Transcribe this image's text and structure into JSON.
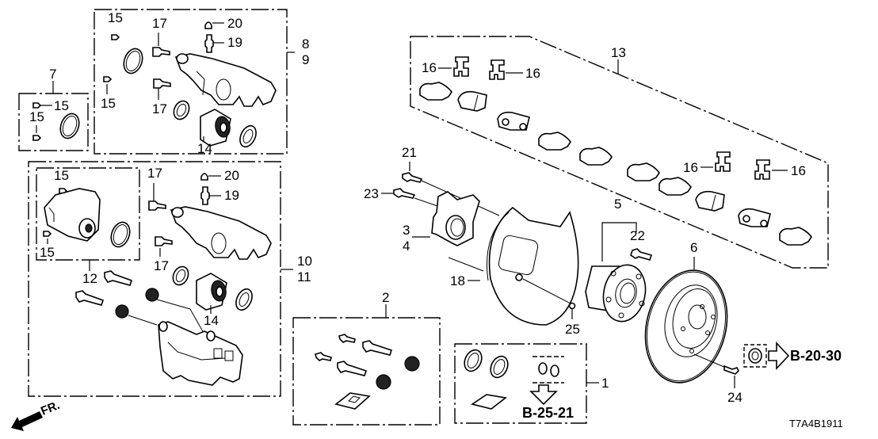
{
  "diagram": {
    "type": "exploded-parts-diagram",
    "subject": "Rear brake caliper, disc and hub assembly",
    "code": "T7A4B1911",
    "direction_indicator": "FR.",
    "references": [
      "B-25-21",
      "B-20-30"
    ],
    "callouts": {
      "c1": "1",
      "c2": "2",
      "c3": "3",
      "c4": "4",
      "c5": "5",
      "c6": "6",
      "c7": "7",
      "c8": "8",
      "c9": "9",
      "c10": "10",
      "c11": "11",
      "c12": "12",
      "c13": "13",
      "c14": "14",
      "c15": "15",
      "c16": "16",
      "c17": "17",
      "c18": "18",
      "c19": "19",
      "c20": "20",
      "c21": "21",
      "c22": "22",
      "c23": "23",
      "c24": "24",
      "c25": "25"
    },
    "groups": [
      {
        "id": "7",
        "contains": [
          "15",
          "15",
          "seal"
        ]
      },
      {
        "id": "8/9",
        "contains": [
          "15",
          "15",
          "17",
          "17",
          "19",
          "20",
          "14",
          "caliper body"
        ]
      },
      {
        "id": "10/11",
        "contains": [
          "12",
          "14",
          "17",
          "17",
          "19",
          "20",
          "caliper bracket"
        ]
      },
      {
        "id": "12",
        "contains": [
          "15",
          "15",
          "motor"
        ]
      },
      {
        "id": "13",
        "contains": [
          "16",
          "16",
          "16",
          "16",
          "pads",
          "shims"
        ]
      },
      {
        "id": "2",
        "contains": [
          "pin bolts",
          "boots",
          "grease"
        ]
      },
      {
        "id": "1",
        "contains": [
          "seals",
          "grease",
          "washers -> B-25-21"
        ]
      },
      {
        "id": "5",
        "contains": [
          "22",
          "hub"
        ]
      }
    ]
  }
}
